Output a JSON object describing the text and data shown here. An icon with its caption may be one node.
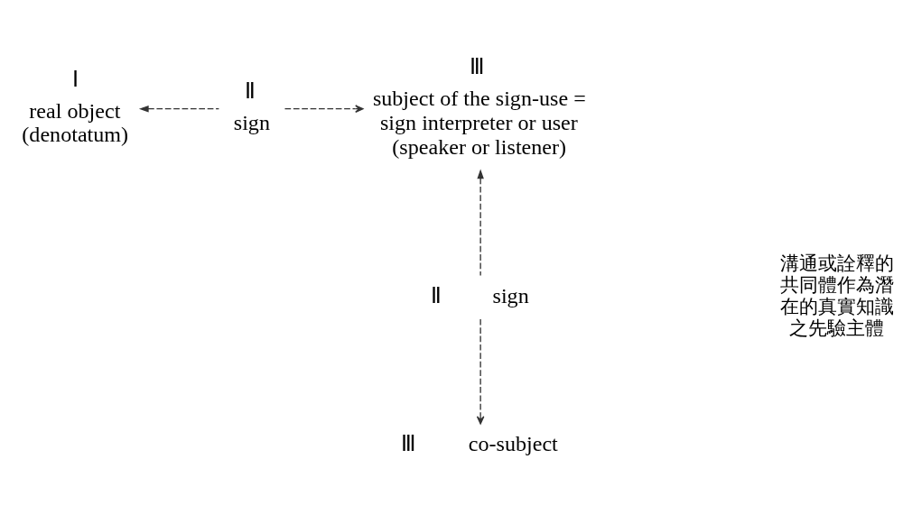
{
  "diagram": {
    "nodes": [
      {
        "text": [
          "real object (denotatum)"
        ],
        "beside": [
          "Ⅰ"
        ]
      },
      {
        "text": [
          "sign"
        ],
        "beside": [
          "Ⅱ"
        ]
      },
      {
        "text": [
          "subject of the sign-use = sign interpreter or user (speaker or listener)"
        ],
        "beside": [
          "Ⅲ"
        ]
      },
      {
        "text": [
          "sign"
        ],
        "beside": [
          "Ⅱ"
        ]
      },
      {
        "text": [
          "co-subject"
        ],
        "beside": [
          "Ⅲ"
        ]
      }
    ],
    "edges": [
      {
        "from": 1,
        "to": 0,
        "arrow": "to",
        "style": "dashed"
      },
      {
        "from": 1,
        "to": 2,
        "arrow": "to",
        "style": "dashed"
      },
      {
        "from": 3,
        "to": 2,
        "arrow": "to",
        "style": "dashed"
      },
      {
        "from": 3,
        "to": 4,
        "arrow": "to",
        "style": "dashed"
      }
    ],
    "labels": [
      "溝通或詮釋的共同體作為潛在的真實知識之先驗主體"
    ]
  }
}
